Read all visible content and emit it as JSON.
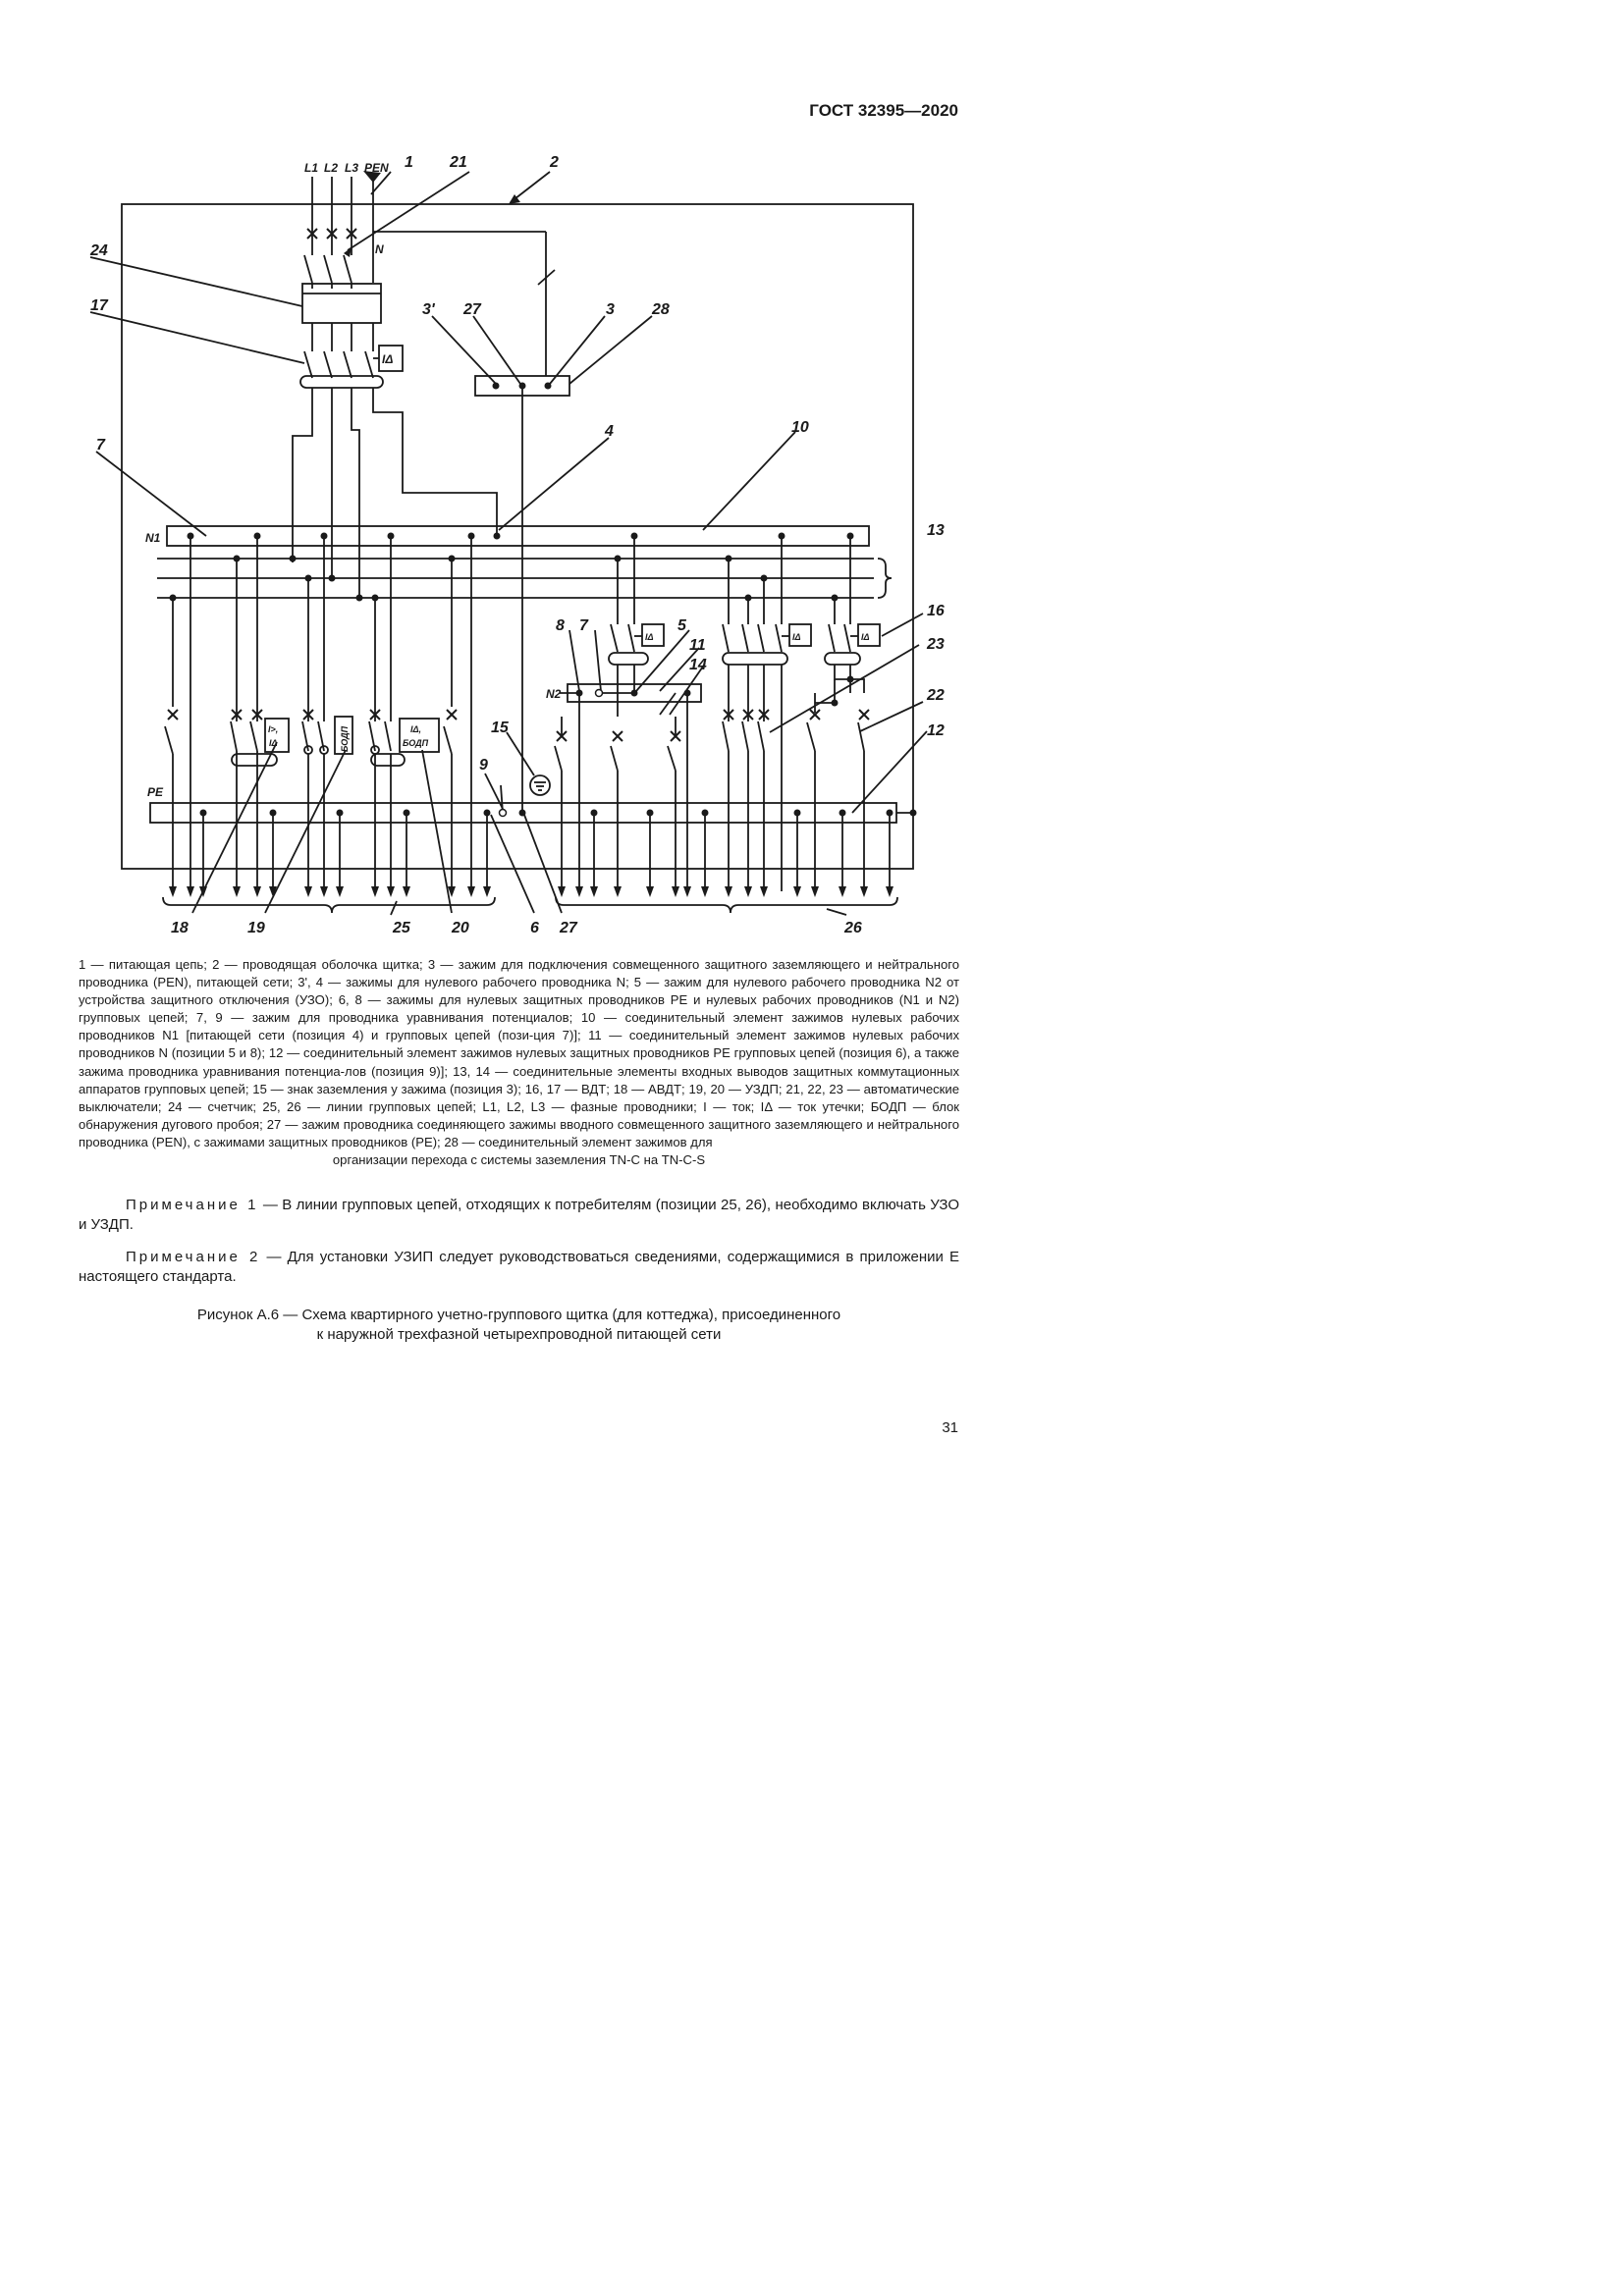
{
  "header": {
    "standard": "ГОСТ 32395—2020"
  },
  "diagram": {
    "top_labels": [
      "L1",
      "L2",
      "L3",
      "PEN"
    ],
    "bus_labels": {
      "n": "N",
      "n1": "N1",
      "n2": "N2",
      "pe": "PE"
    },
    "device_labels": {
      "idelta": "IΔ",
      "overcurrent": "I>,",
      "overcurrent_idelta": "IΔ",
      "bodp": "БОДП",
      "idelta_bodp_1": "IΔ,",
      "idelta_bodp_2": "БОДП"
    },
    "callouts": {
      "c1": "1",
      "c2": "2",
      "c3p": "3'",
      "c27a": "27",
      "c3": "3",
      "c28": "28",
      "c21": "21",
      "c24": "24",
      "c17": "17",
      "c4": "4",
      "c10": "10",
      "c7a": "7",
      "c13": "13",
      "c16": "16",
      "c8": "8",
      "c7b": "7",
      "c5": "5",
      "c11": "11",
      "c14": "14",
      "c23": "23",
      "c22": "22",
      "c15": "15",
      "c9": "9",
      "c12": "12",
      "c18": "18",
      "c19": "19",
      "c25": "25",
      "c20": "20",
      "c6": "6",
      "c27b": "27",
      "c26": "26"
    }
  },
  "legend": {
    "body": "1 — питающая цепь; 2 — проводящая оболочка щитка; 3 — зажим для подключения совмещенного защитного заземляющего и нейтрального проводника (PEN), питающей сети; 3', 4 — зажимы для нулевого рабочего проводника N; 5 — зажим для нулевого рабочего проводника N2 от устройства защитного отключения (УЗО); 6, 8 — зажимы для нулевых защитных проводников PE и нулевых рабочих проводников (N1 и N2) групповых цепей; 7, 9 — зажим для проводника уравнивания потенциалов; 10 — соединительный элемент зажимов нулевых рабочих проводников N1 [питающей сети (позиция 4) и групповых цепей (пози-ция 7)]; 11 — соединительный элемент зажимов нулевых рабочих проводников N (позиции 5 и 8); 12 — соединительный элемент зажимов нулевых защитных проводников PE групповых цепей (позиция 6), а также зажима проводника уравнивания потенциа-лов (позиция 9)]; 13, 14 — соединительные элементы входных выводов защитных коммутационных аппаратов групповых цепей; 15 — знак заземления у зажима (позиция 3); 16, 17 — ВДТ; 18 — АВДТ; 19, 20 — УЗДП; 21, 22, 23 — автоматические выключатели; 24 — счетчик; 25, 26 — линии групповых цепей; L1, L2, L3 — фазные проводники; I — ток; IΔ — ток утечки; БОДП — блок обнаружения дугового пробоя; 27 — зажим проводника соединяющего зажимы вводного совмещенного защитного заземляющего и нейтрального проводника (PEN), с зажимами защитных проводников (PE); 28 — соединительный элемент зажимов для",
    "last_line": "организации перехода с системы заземления TN-C на TN-C-S"
  },
  "notes": [
    {
      "label": "Примечание 1",
      "text": " — В линии групповых цепей, отходящих к потребителям (позиции 25, 26), необходимо включать УЗО и УЗДП."
    },
    {
      "label": "Примечание 2",
      "text": " — Для установки УЗИП следует руководствоваться сведениями, содержащимися в приложении Е настоящего стандарта."
    }
  ],
  "caption": {
    "line1": "Рисунок А.6 — Схема квартирного учетно-группового щитка (для коттеджа), присоединенного",
    "line2": "к наружной трехфазной четырехпроводной питающей сети"
  },
  "page_number": "31"
}
